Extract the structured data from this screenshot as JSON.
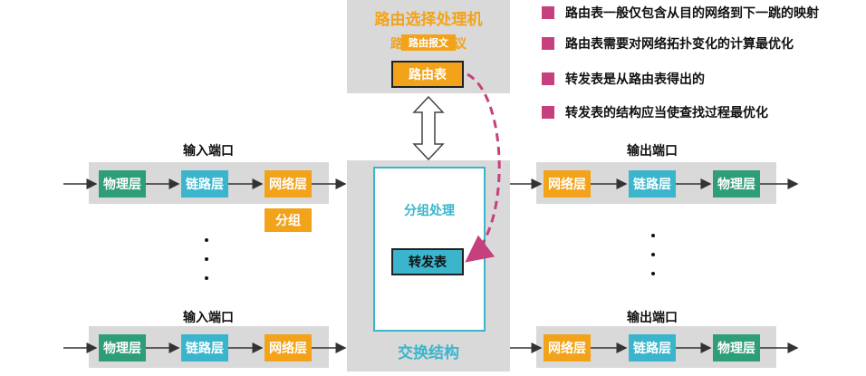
{
  "routing_processor": {
    "title": "路由选择处理机",
    "protocol_label": "路由选择协议",
    "message_tag": "路由报文",
    "routing_table": "路由表"
  },
  "switch_fabric": {
    "label": "交换结构",
    "processing_label": "分组处理",
    "forwarding_table": "转发表"
  },
  "input_ports": {
    "title_top": "输入端口",
    "title_bottom": "输入端口",
    "layers": [
      "物理层",
      "链路层",
      "网络层"
    ],
    "packet_label": "分组"
  },
  "output_ports": {
    "title_top": "输出端口",
    "title_bottom": "输出端口",
    "layers": [
      "网络层",
      "链路层",
      "物理层"
    ]
  },
  "legend": [
    "路由表一般仅包含从目的网络到下一跳的映射",
    "路由表需要对网络拓扑变化的计算最优化",
    "转发表是从路由表得出的",
    "转发表的结构应当使查找过程最优化"
  ],
  "colors": {
    "panel": "#d9d9d9",
    "physical_layer": "#2e9e7a",
    "link_layer": "#3ab5cc",
    "network_layer": "#f2a31a",
    "title_orange": "#f2a31a",
    "legend_square": "#c7407e",
    "dashed_arrow": "#c7407e"
  }
}
